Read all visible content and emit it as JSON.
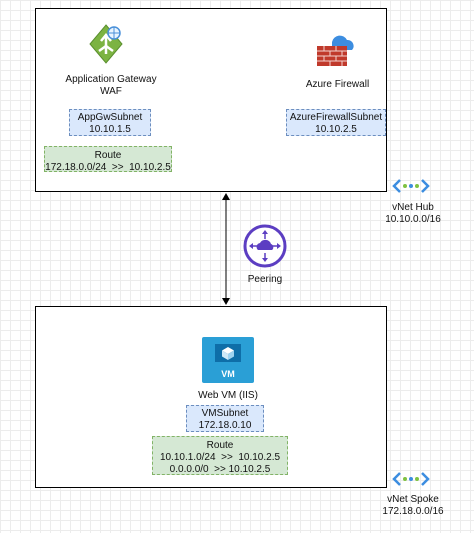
{
  "hub": {
    "appgw": {
      "name_line1": "Application Gateway",
      "name_line2": "WAF",
      "icon": "application-gateway-icon"
    },
    "firewall": {
      "name": "Azure Firewall",
      "icon": "azure-firewall-icon"
    },
    "appgw_subnet": {
      "name": "AppGwSubnet",
      "address": "10.10.1.5"
    },
    "firewall_subnet": {
      "name": "AzureFirewallSubnet",
      "address": "10.10.2.5"
    },
    "route": {
      "title": "Route",
      "rule": "172.18.0.0/24  >>  10.10.2.5"
    },
    "vnet_label": {
      "name": "vNet Hub",
      "address": "10.10.0.0/16",
      "icon": "vnet-icon"
    }
  },
  "peering": {
    "label": "Peering",
    "icon": "peering-icon"
  },
  "spoke": {
    "vm": {
      "name": "Web VM (IIS)",
      "icon": "virtual-machine-icon",
      "badge": "VM"
    },
    "vm_subnet": {
      "name": "VMSubnet",
      "address": "172.18.0.10"
    },
    "route": {
      "title": "Route",
      "rule1": "10.10.1.0/24  >>  10.10.2.5",
      "rule2": "0.0.0.0/0  >> 10.10.2.5"
    },
    "vnet_label": {
      "name": "vNet Spoke",
      "address": "172.18.0.0/16",
      "icon": "vnet-icon"
    }
  },
  "colors": {
    "subnet_fill": "#dae8fc",
    "subnet_border": "#6c8ebf",
    "route_fill": "#d5e8d4",
    "route_border": "#82b366",
    "appgw_green": "#7cb342",
    "firewall_red": "#c0392b",
    "peering_purple": "#5c3ec2",
    "vm_blue": "#2a9fd6",
    "vnet_blue": "#3c8de0"
  }
}
